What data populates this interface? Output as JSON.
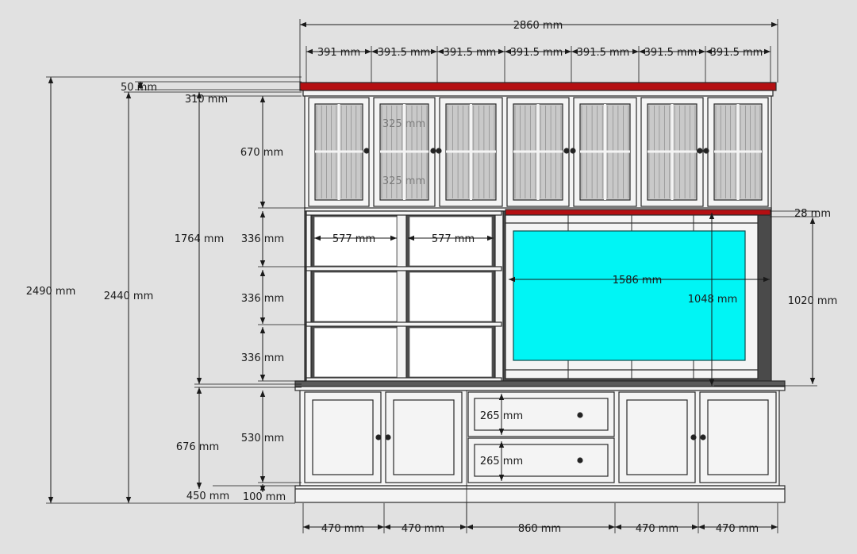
{
  "colors": {
    "background": "#e1e1e1",
    "cabinet_white": "#f4f4f4",
    "cabinet_line": "#2a2a2a",
    "crown_red": "#b40f12",
    "tv_screen": "#00f5f5",
    "back_panel": "#4a4a4a",
    "glass": "#c9c9c9",
    "dimension_line": "#1a1a1a"
  },
  "dimensions": {
    "overall_width": "2860 mm",
    "upper_widths": [
      "391 mm",
      "391.5 mm",
      "391.5 mm",
      "391.5 mm",
      "391.5 mm",
      "391.5 mm",
      "391.5 mm"
    ],
    "crown_height": "50 mm",
    "upper_depth": "310 mm",
    "glass_top": "325 mm",
    "glass_bottom": "325 mm",
    "upper_height": "670 mm",
    "overall_height": "2490 mm",
    "body_height": "2440 mm",
    "hutch_height": "1764 mm",
    "shelf_heights": [
      "336 mm",
      "336 mm",
      "336 mm"
    ],
    "shelf_widths": [
      "577 mm",
      "577 mm"
    ],
    "tv_width": "1586 mm",
    "tv_height": "1048 mm",
    "tv_niche_height": "1020 mm",
    "tv_trim": "28 mm",
    "base_height": "676 mm",
    "base_door_height": "530 mm",
    "drawer_heights": [
      "265 mm",
      "265 mm"
    ],
    "base_depth": "450 mm",
    "plinth_height": "100 mm",
    "base_widths": [
      "470 mm",
      "470 mm",
      "860 mm",
      "470 mm",
      "470 mm"
    ]
  }
}
